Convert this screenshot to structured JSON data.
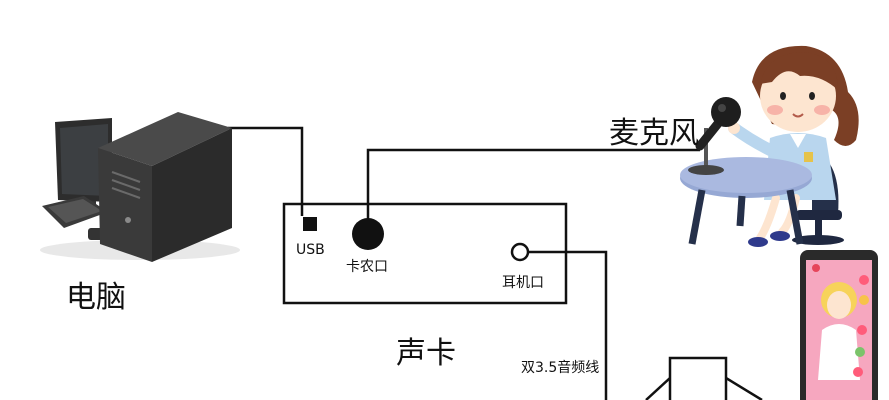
{
  "labels": {
    "computer": "电脑",
    "microphone": "麦克风",
    "sound_card": "声卡",
    "usb": "USB",
    "canon_port": "卡农口",
    "headphone_port": "耳机口",
    "cable": "双3.5音频线"
  },
  "icons": {
    "computer": "desktop-computer-icon",
    "person": "broadcaster-person-icon",
    "microphone": "microphone-icon",
    "phone": "smartphone-icon"
  }
}
